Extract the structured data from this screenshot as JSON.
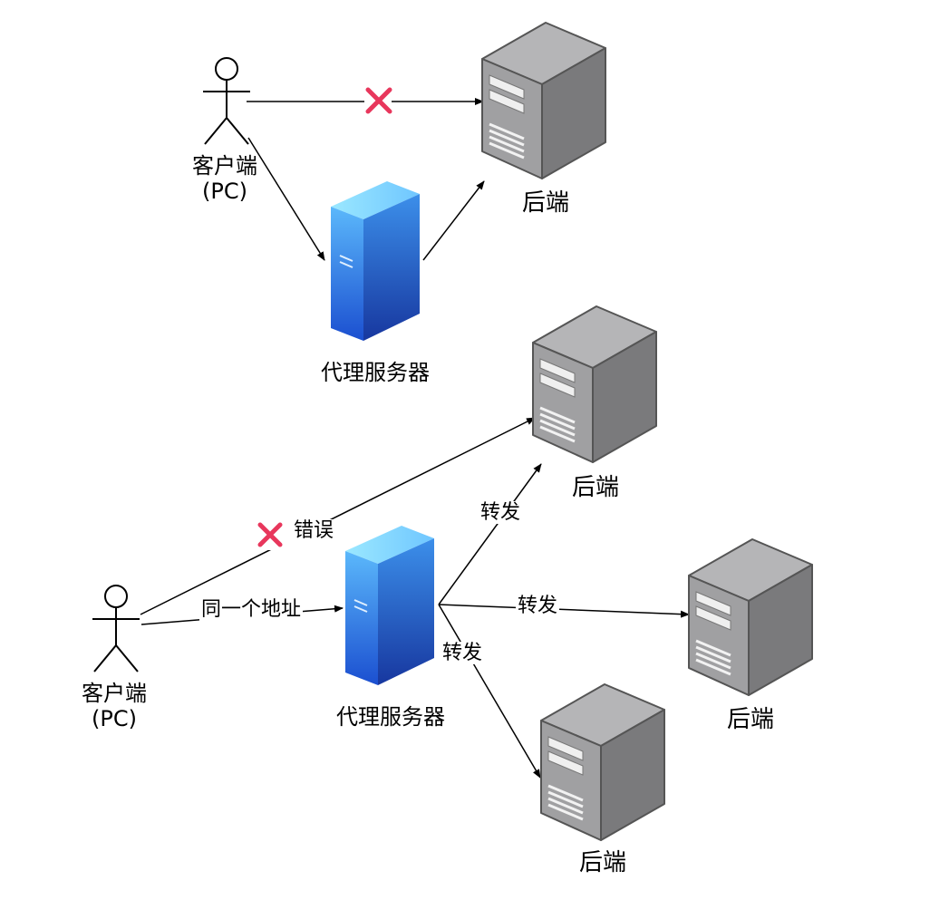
{
  "colors": {
    "line": "#000000",
    "cross": "#e8375c",
    "server_light": "#a8a8aa",
    "server_mid": "#8c8c8e",
    "server_dark": "#6e6e70",
    "proxy_top": "#8fe0ff",
    "proxy_front_top": "#4fa8f7",
    "proxy_front_bottom": "#1b55d4",
    "proxy_side_top": "#3a8ae8",
    "proxy_side_bottom": "#1a3fae"
  },
  "top": {
    "client_label_line1": "客户端",
    "client_label_line2": "(PC)",
    "backend_label": "后端",
    "proxy_label": "代理服务器"
  },
  "bottom": {
    "client_label_line1": "客户端",
    "client_label_line2": "(PC)",
    "proxy_label": "代理服务器",
    "error_label": "错误",
    "same_address_label": "同一个地址",
    "forward_labels": [
      "转发",
      "转发",
      "转发"
    ],
    "backend_labels": [
      "后端",
      "后端",
      "后端"
    ]
  }
}
